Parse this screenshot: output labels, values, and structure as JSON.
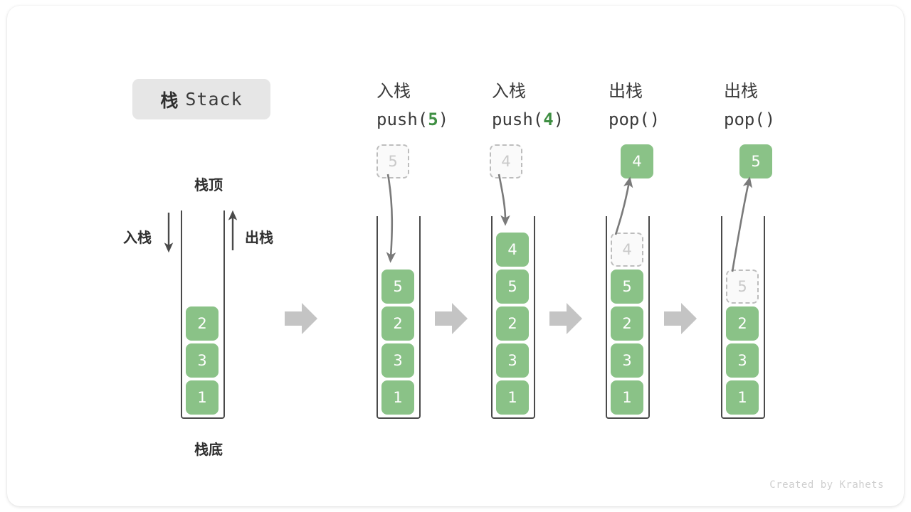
{
  "title": {
    "cn": "栈",
    "en": "Stack"
  },
  "labels": {
    "top": "栈顶",
    "bottom": "栈底",
    "push_side": "入栈",
    "pop_side": "出栈"
  },
  "watermark": "Created by Krahets",
  "colors": {
    "cell_green": "#8ac287",
    "accent_green": "#3f8f43",
    "arrow_gray": "#c4c4c4",
    "line_gray": "#7a7a7a",
    "chip_gray": "#e6e6e6",
    "ghost_border": "#bdbdbd"
  },
  "columns": [
    {
      "header_cn": "",
      "header_op": "",
      "header_op_num": "",
      "float_cell": null,
      "stack": [
        "2",
        "3",
        "1"
      ]
    },
    {
      "header_cn": "入栈",
      "header_op_prefix": "push(",
      "header_op_num": "5",
      "header_op_suffix": ")",
      "float_cell": {
        "value": "5",
        "style": "ghost"
      },
      "stack": [
        "5",
        "2",
        "3",
        "1"
      ],
      "ghost_top": null
    },
    {
      "header_cn": "入栈",
      "header_op_prefix": "push(",
      "header_op_num": "4",
      "header_op_suffix": ")",
      "float_cell": {
        "value": "4",
        "style": "ghost"
      },
      "stack": [
        "4",
        "5",
        "2",
        "3",
        "1"
      ],
      "ghost_top": null
    },
    {
      "header_cn": "出栈",
      "header_op_prefix": "pop(",
      "header_op_num": "",
      "header_op_suffix": ")",
      "float_cell": {
        "value": "4",
        "style": "solid"
      },
      "stack": [
        "5",
        "2",
        "3",
        "1"
      ],
      "ghost_top": {
        "value": "4"
      }
    },
    {
      "header_cn": "出栈",
      "header_op_prefix": "pop(",
      "header_op_num": "",
      "header_op_suffix": ")",
      "float_cell": {
        "value": "5",
        "style": "solid"
      },
      "stack": [
        "2",
        "3",
        "1"
      ],
      "ghost_top": {
        "value": "5"
      }
    }
  ],
  "step_arrows": 4
}
